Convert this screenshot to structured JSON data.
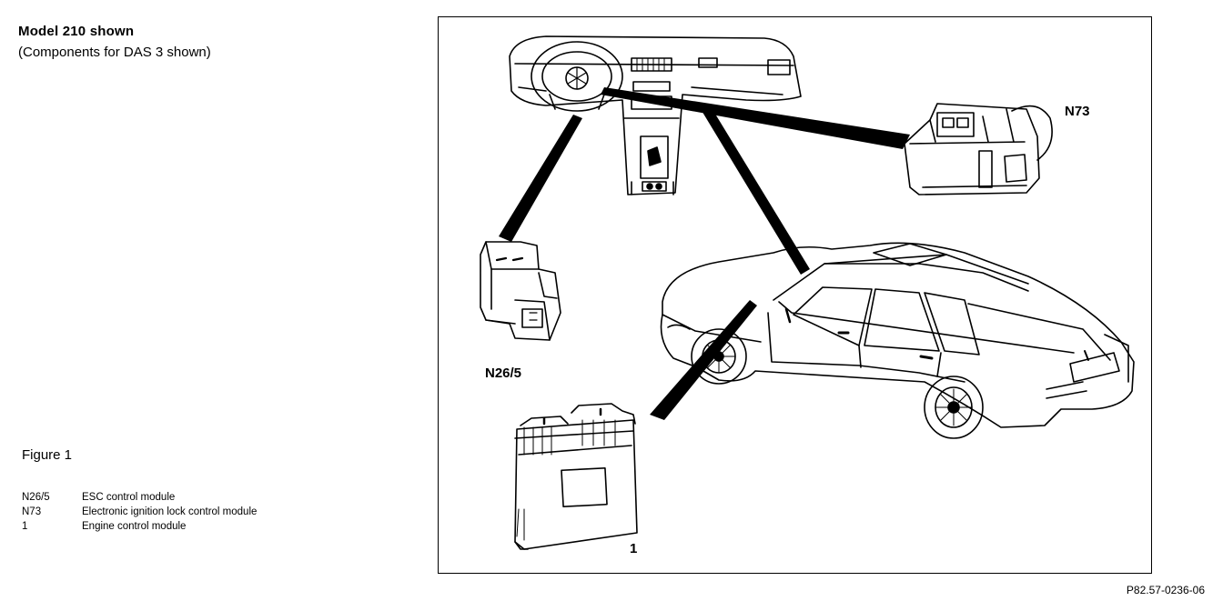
{
  "header": {
    "title": "Model 210 shown",
    "subtitle": "(Components for DAS 3 shown)"
  },
  "figure": {
    "label": "Figure 1",
    "legend": [
      {
        "code": "N26/5",
        "description": "ESC control module"
      },
      {
        "code": "N73",
        "description": "Electronic ignition lock control module"
      },
      {
        "code": "1",
        "description": "Engine control module"
      }
    ]
  },
  "diagram": {
    "callouts": {
      "n73": "N73",
      "n26_5": "N26/5",
      "ecm": "1"
    }
  },
  "footer": {
    "reference": "P82.57-0236-06"
  }
}
